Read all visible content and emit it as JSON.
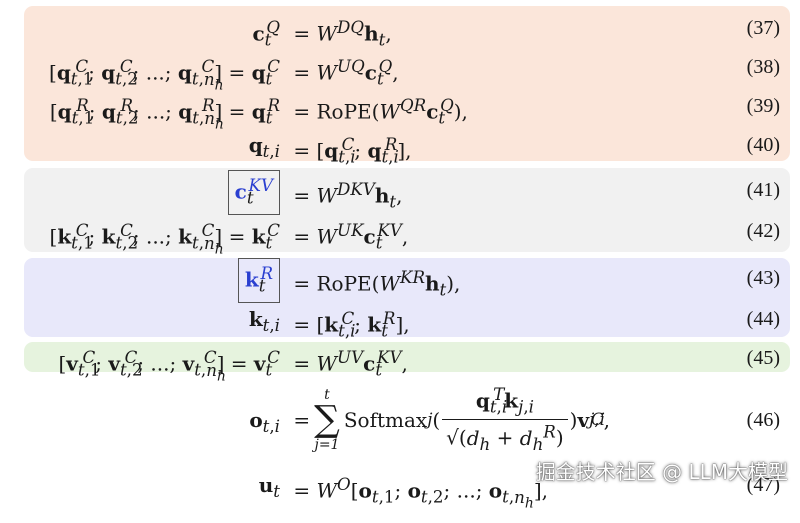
{
  "theme": {
    "orange": "#fbe6da",
    "gray": "#f1f1f1",
    "blue": "#e8e8fa",
    "green": "#e6f3de",
    "accent_blue": "#2a3fd0"
  },
  "equations": [
    {
      "lhs": "",
      "rhs": "c_t^Q = W^{DQ} h_t,",
      "number": "(37)"
    },
    {
      "lhs": "[q_{t,1}^C; q_{t,2}^C; ...; q_{t,n_h}^C]",
      "rhs": "q_t^C = W^{UQ} c_t^Q,",
      "number": "(38)"
    },
    {
      "lhs": "[q_{t,1}^R; q_{t,2}^R; ...; q_{t,n_h}^R]",
      "rhs": "q_t^R = RoPE(W^{QR} c_t^Q),",
      "number": "(39)"
    },
    {
      "lhs": "",
      "rhs": "q_{t,i} = [q_{t,i}^C; q_{t,i}^R],",
      "number": "(40)"
    },
    {
      "lhs": "",
      "rhs": "c_t^{KV} = W^{DKV} h_t,",
      "number": "(41)"
    },
    {
      "lhs": "[k_{t,1}^C; k_{t,2}^C; ...; k_{t,n_h}^C]",
      "rhs": "k_t^C = W^{UK} c_t^{KV},",
      "number": "(42)"
    },
    {
      "lhs": "",
      "rhs": "k_t^R = RoPE(W^{KR} h_t),",
      "number": "(43)"
    },
    {
      "lhs": "",
      "rhs": "k_{t,i} = [k_{t,i}^C; k_t^R],",
      "number": "(44)"
    },
    {
      "lhs": "[v_{t,1}^C; v_{t,2}^C; ...; v_{t,n_h}^C]",
      "rhs": "v_t^C = W^{UV} c_t^{KV},",
      "number": "(45)"
    },
    {
      "lhs": "",
      "rhs": "o_{t,i} = sum_{j=1}^{t} Softmax_j(q_{t,i}^T k_{j,i} / sqrt(d_h + d_h^R)) v_{j,i}^C,",
      "number": "(46)"
    },
    {
      "lhs": "",
      "rhs": "u_t = W^O [o_{t,1}; o_{t,2}; ...; o_{t,n_h}],",
      "number": "(47)"
    }
  ],
  "watermark": "掘金技术社区 @ LLM大模型"
}
